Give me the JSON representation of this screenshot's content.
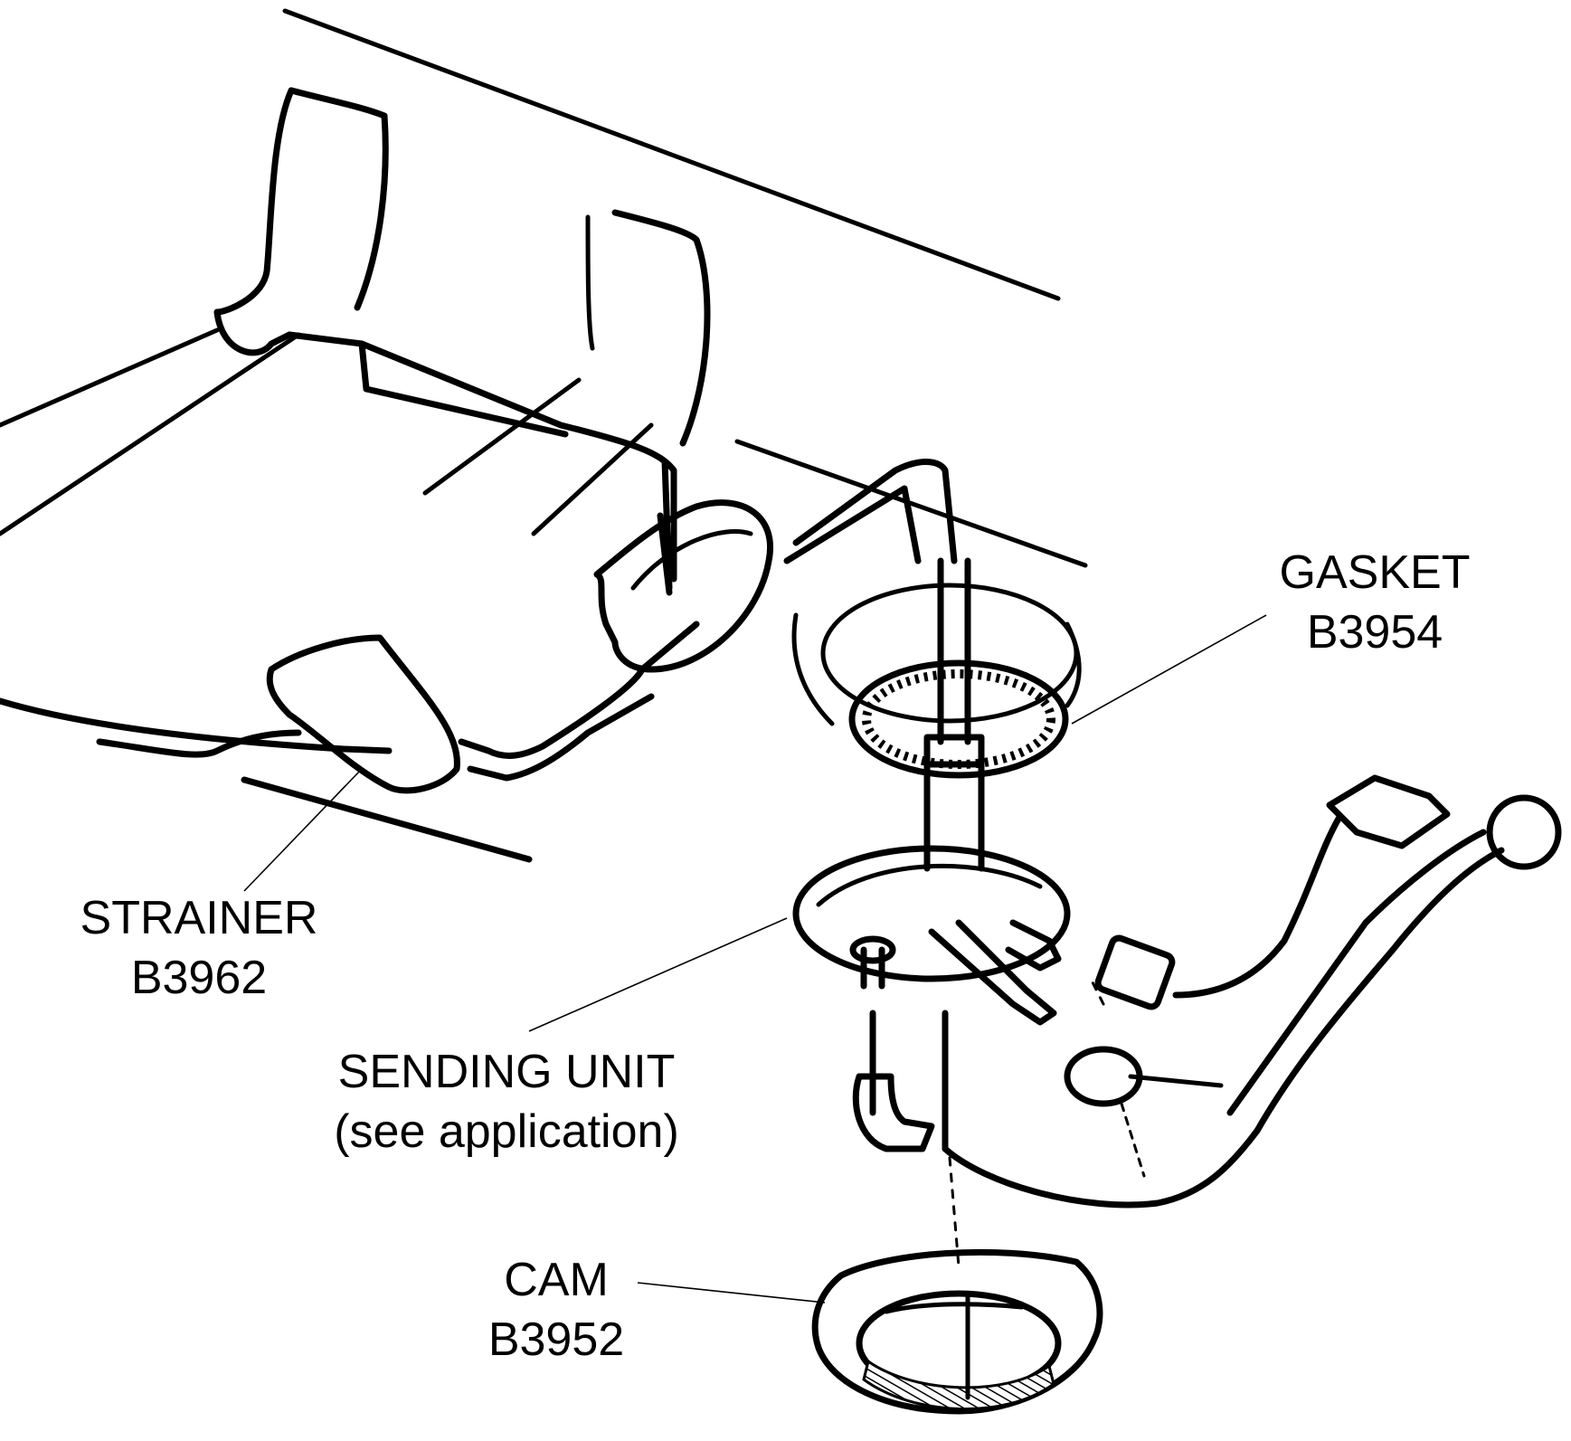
{
  "labels": {
    "gasket": {
      "name": "GASKET",
      "part": "B3954"
    },
    "strainer": {
      "name": "STRAINER",
      "part": "B3962"
    },
    "sending_unit": {
      "name": "SENDING UNIT",
      "note": "(see application)"
    },
    "cam": {
      "name": "CAM",
      "part": "B3952"
    }
  }
}
